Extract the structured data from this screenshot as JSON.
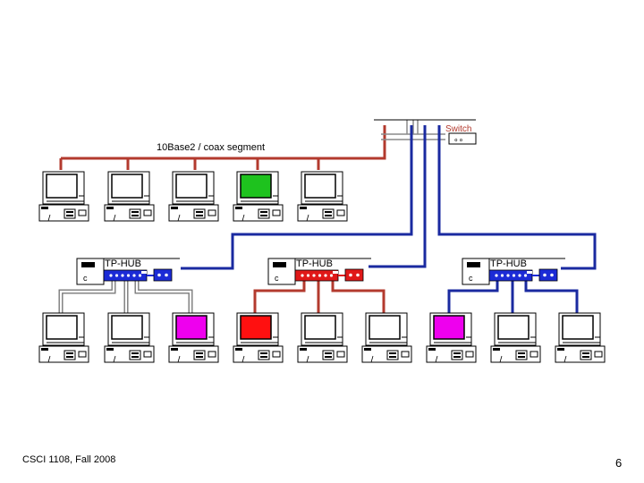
{
  "slide": {
    "footer_course": "CSCI 1108, Fall 2008",
    "page_number": "6"
  },
  "diagram": {
    "segment_label": "10Base2 / coax segment",
    "switch_label": "Switch",
    "hub_labels": [
      "TP-HUB",
      "TP-HUB",
      "TP-HUB"
    ],
    "colors": {
      "coax_segment": "#b33a2e",
      "blue_link": "#1a2aa0",
      "red_link": "#b33a2e",
      "gray_link": "#9a9a9a",
      "hub_blue": "#1c2bd6",
      "hub_red": "#e01818",
      "screen_green": "#1ec21e",
      "screen_red": "#ff1010",
      "screen_magenta": "#ee00ee",
      "screen_white": "#ffffff"
    },
    "top_row_screens": [
      "white",
      "white",
      "white",
      "green",
      "white"
    ],
    "bottom_row_screens": [
      "white",
      "white",
      "magenta",
      "red",
      "white",
      "white",
      "magenta",
      "white",
      "white"
    ],
    "hub_colors": [
      "blue",
      "red",
      "blue"
    ],
    "hub_link_colors": [
      "gray",
      "red",
      "blue"
    ]
  }
}
